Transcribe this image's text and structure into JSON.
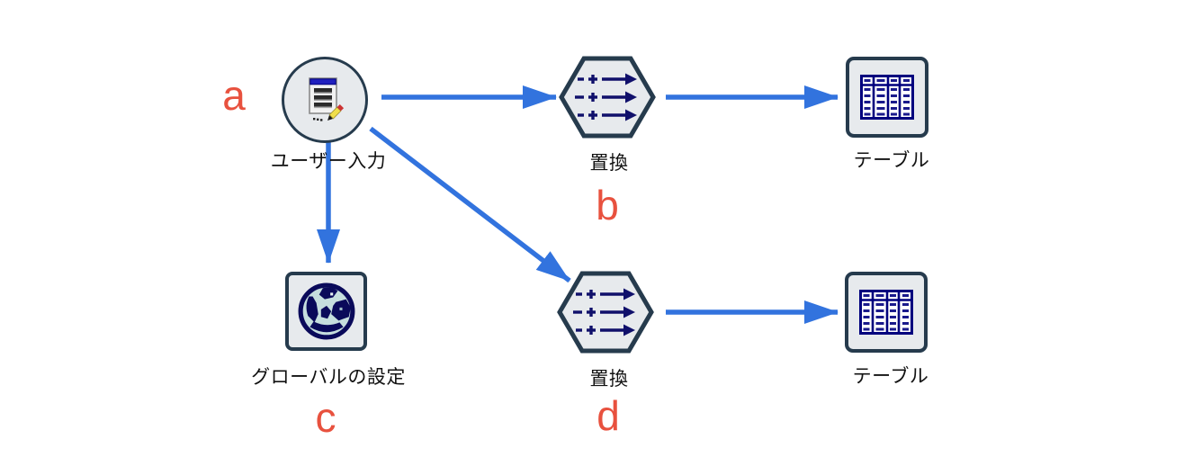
{
  "diagram_type": "stream-flow-diagram",
  "palette": {
    "background": "#ffffff",
    "arrow_blue": "#3273DE",
    "node_border": "#263B4D",
    "node_fill": "#E7EAED",
    "icon_navy": "#10106B",
    "annotation_red": "#E8513E",
    "label_text": "#121212"
  },
  "nodes": {
    "user_input": {
      "label": "ユーザー入力",
      "annotation": "a",
      "shape": "circle",
      "icon": "user-input-form-icon"
    },
    "filler_top": {
      "label": "置換",
      "annotation": "b",
      "shape": "hexagon",
      "icon": "filler-plus-minus-arrows-icon"
    },
    "table_top": {
      "label": "テーブル",
      "annotation": "",
      "shape": "square",
      "icon": "table-grid-icon"
    },
    "set_globals": {
      "label": "グローバルの設定",
      "annotation": "c",
      "shape": "square",
      "icon": "globe-icon"
    },
    "filler_bottom": {
      "label": "置換",
      "annotation": "d",
      "shape": "hexagon",
      "icon": "filler-plus-minus-arrows-icon"
    },
    "table_bottom": {
      "label": "テーブル",
      "annotation": "",
      "shape": "square",
      "icon": "table-grid-icon"
    }
  },
  "connections": [
    {
      "from": "user_input",
      "to": "filler_top"
    },
    {
      "from": "user_input",
      "to": "set_globals"
    },
    {
      "from": "user_input",
      "to": "filler_bottom"
    },
    {
      "from": "filler_top",
      "to": "table_top"
    },
    {
      "from": "filler_bottom",
      "to": "table_bottom"
    }
  ]
}
